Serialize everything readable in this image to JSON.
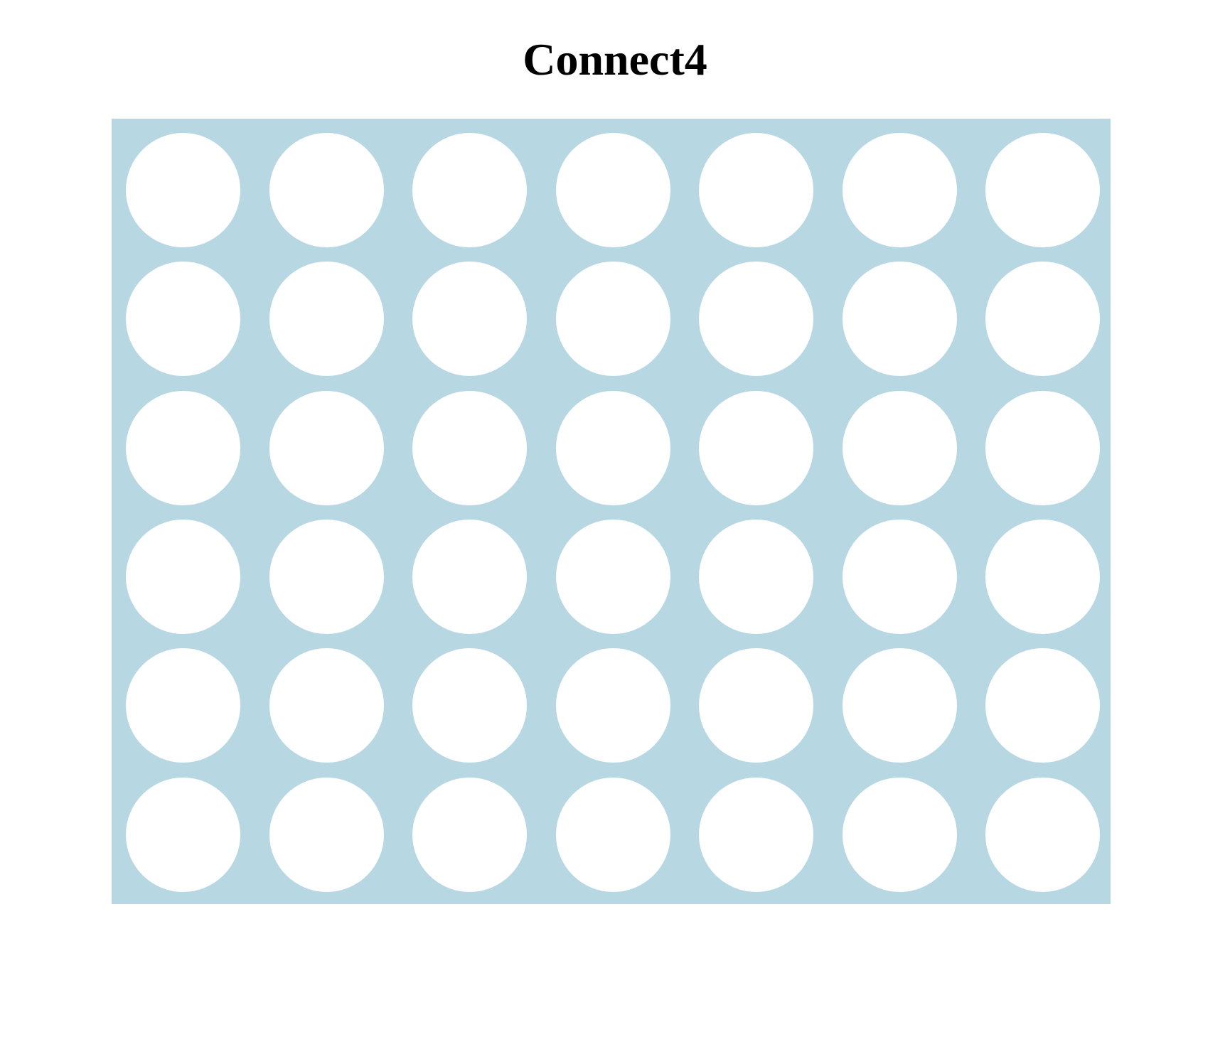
{
  "title": "Connect4",
  "board": {
    "columns": 7,
    "rows": 6,
    "board_color": "#b7d8e3",
    "empty_cell_color": "#ffffff",
    "cells": [
      [
        "empty",
        "empty",
        "empty",
        "empty",
        "empty",
        "empty",
        "empty"
      ],
      [
        "empty",
        "empty",
        "empty",
        "empty",
        "empty",
        "empty",
        "empty"
      ],
      [
        "empty",
        "empty",
        "empty",
        "empty",
        "empty",
        "empty",
        "empty"
      ],
      [
        "empty",
        "empty",
        "empty",
        "empty",
        "empty",
        "empty",
        "empty"
      ],
      [
        "empty",
        "empty",
        "empty",
        "empty",
        "empty",
        "empty",
        "empty"
      ],
      [
        "empty",
        "empty",
        "empty",
        "empty",
        "empty",
        "empty",
        "empty"
      ]
    ]
  }
}
